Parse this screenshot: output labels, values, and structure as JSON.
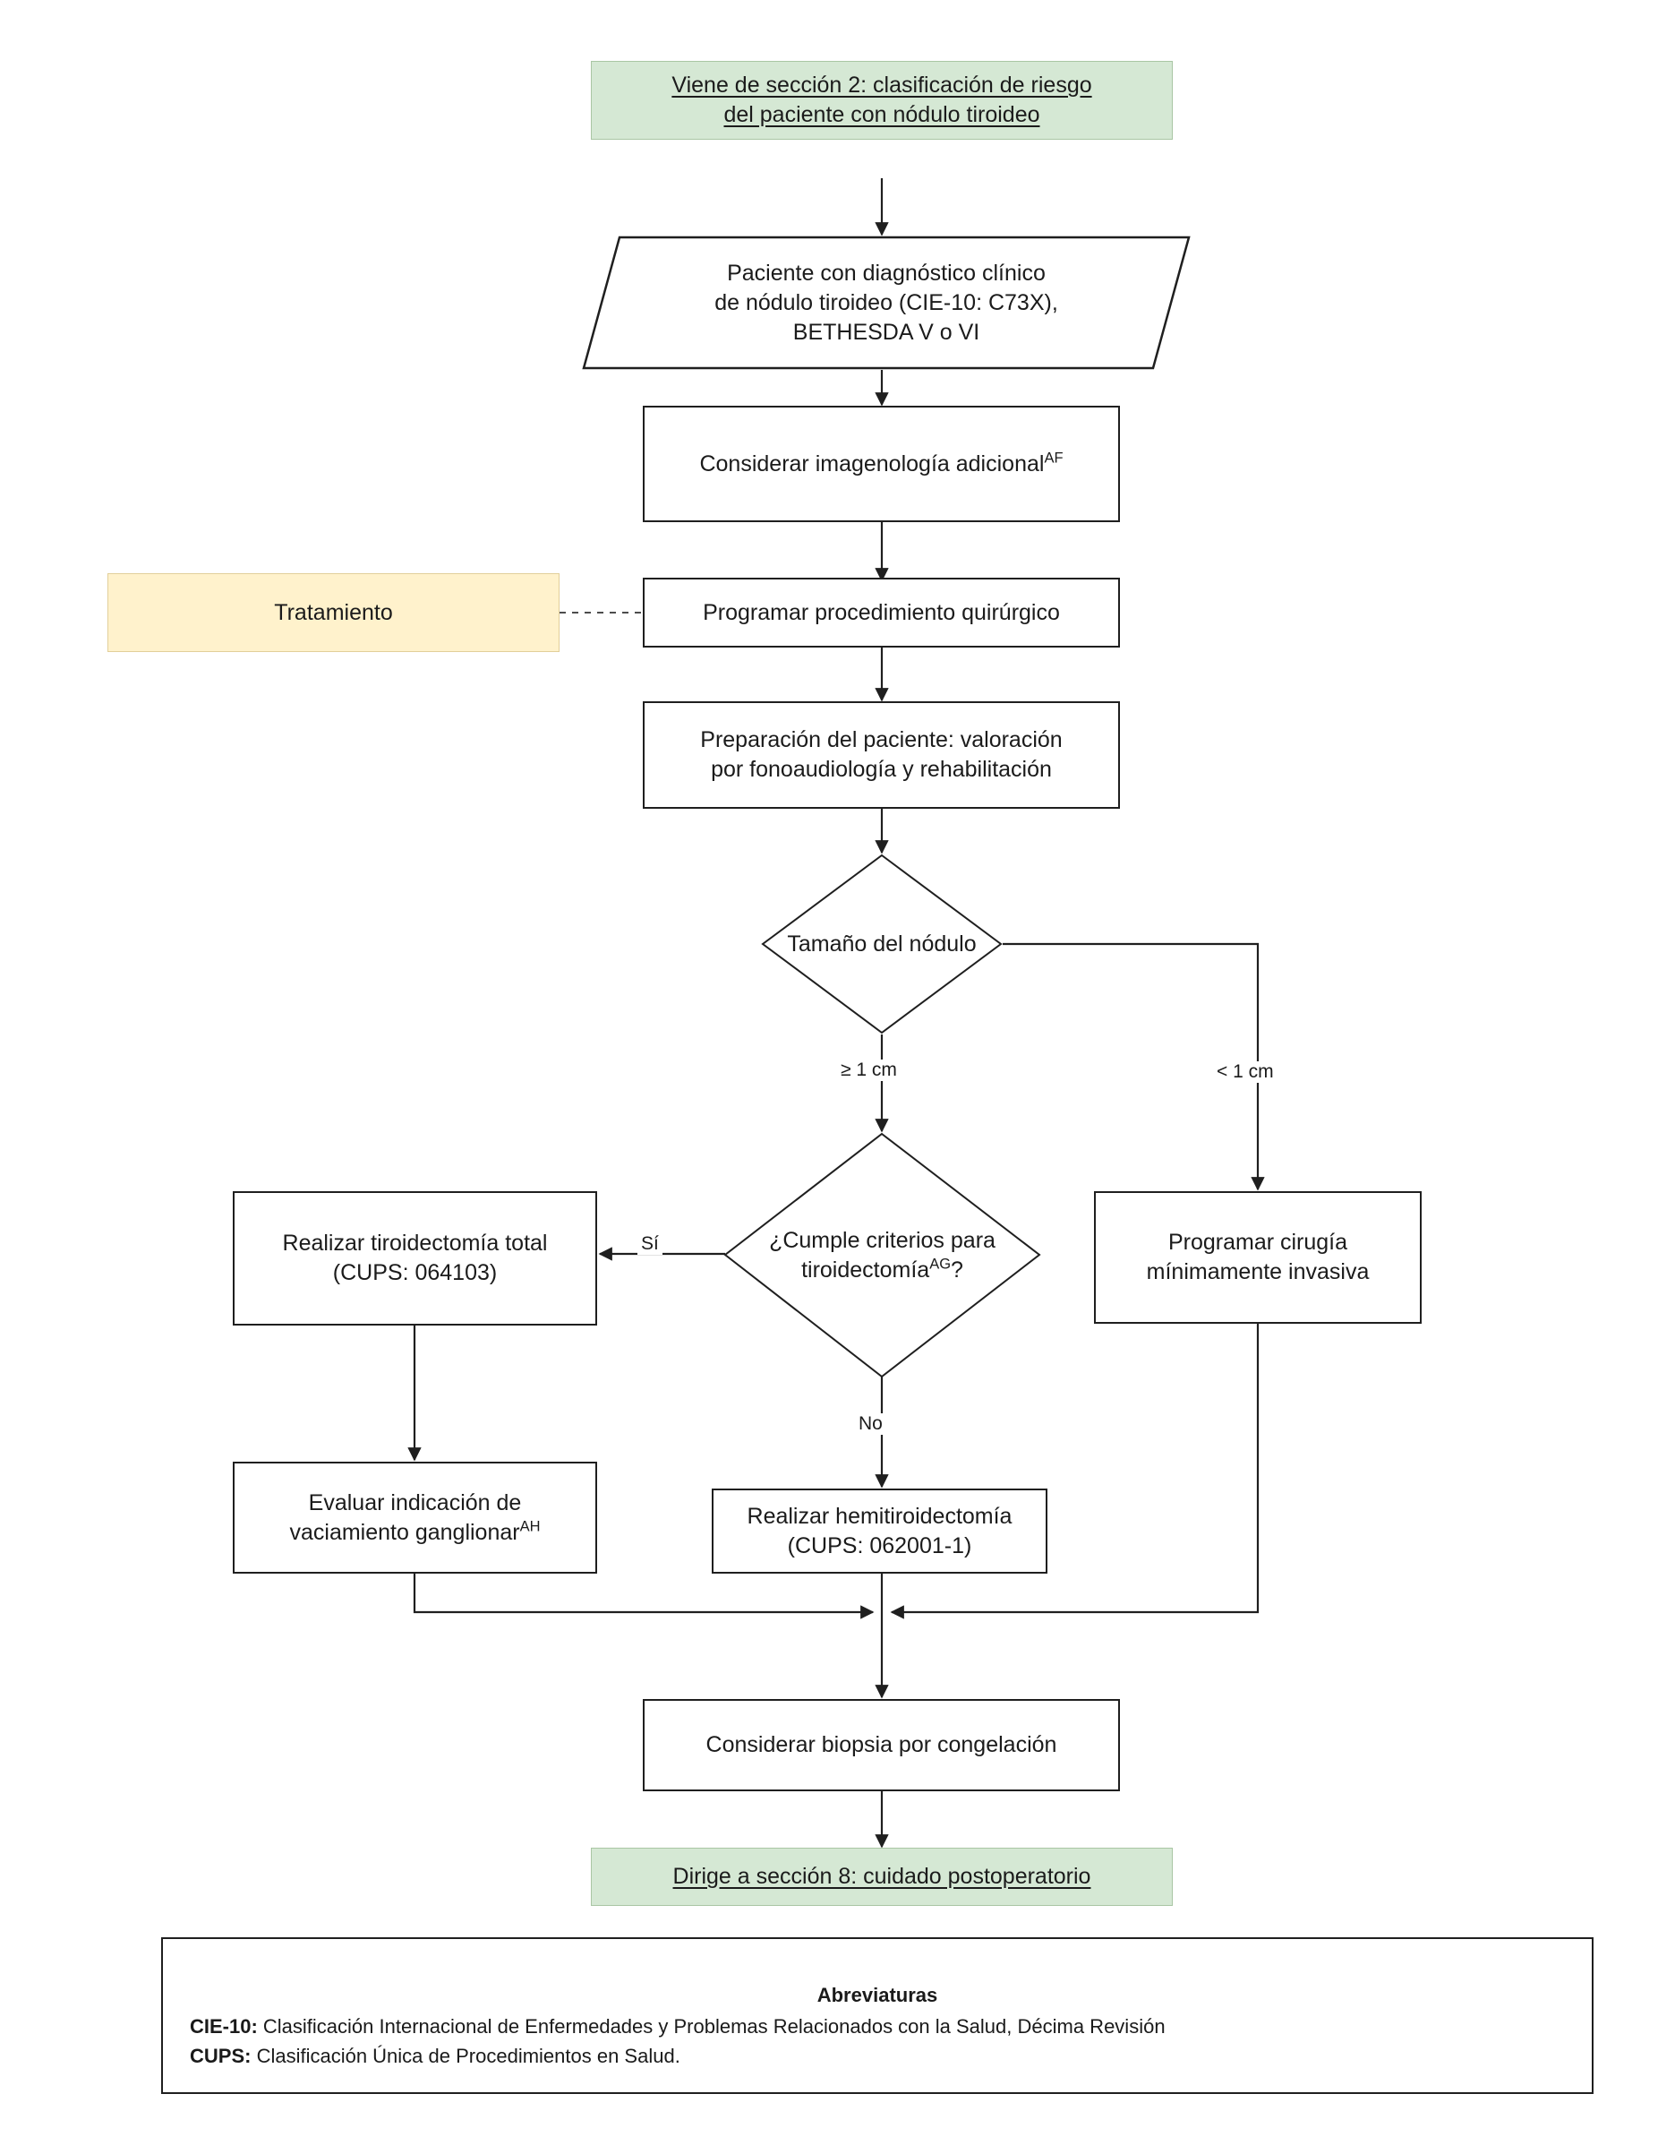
{
  "diagram": {
    "title_nodes": {
      "entry": "Viene de sección 2: clasificación de riesgo del paciente con nódulo tiroideo",
      "exit": "Dirige a sección 8: cuidado postoperatorio"
    },
    "phase_label": "Tratamiento",
    "nodes": {
      "entry_line1": "Viene de sección 2: clasificación de riesgo",
      "entry_line2": "del paciente con nódulo tiroideo",
      "input_line1": "Paciente con diagnóstico clínico",
      "input_line2": "de nódulo tiroideo (CIE-10: C73X),",
      "input_line3": "BETHESDA V o VI",
      "imaging": "Considerar imagenología adicional",
      "imaging_sup": "AF",
      "schedule_surgery": "Programar procedimiento quirúrgico",
      "prep_line1": "Preparación del paciente: valoración",
      "prep_line2": "por fonoaudiología y rehabilitación",
      "decision_size": "Tamaño del nódulo",
      "decision_criteria_line1": "¿Cumple criterios para",
      "decision_criteria_line2": "tiroidectomía",
      "decision_criteria_sup": "AG",
      "decision_criteria_end": "?",
      "total_thyroidectomy_line1": "Realizar tiroidectomía total",
      "total_thyroidectomy_line2": "(CUPS: 064103)",
      "minimally_invasive_line1": "Programar cirugía",
      "minimally_invasive_line2": "mínimamente invasiva",
      "lymph_node_line1": "Evaluar indicación de",
      "lymph_node_line2": "vaciamiento ganglionar",
      "lymph_node_sup": "AH",
      "hemithyroidectomy_line1": "Realizar hemitiroidectomía",
      "hemithyroidectomy_line2": "(CUPS: 062001-1)",
      "frozen_biopsy": "Considerar biopsia por congelación",
      "exit_node": "Dirige a sección 8: cuidado postoperatorio"
    },
    "edge_labels": {
      "size_ge": "≥ 1 cm",
      "size_lt": "< 1 cm",
      "yes": "Sí",
      "no": "No"
    },
    "legend": {
      "title": "Abreviaturas",
      "cie_key": "CIE-10:",
      "cie_value": " Clasificación Internacional de Enfermedades y Problemas Relacionados con la Salud, Décima Revisión",
      "cups_key": "CUPS:",
      "cups_value": " Clasificación Única de Procedimientos en Salud."
    },
    "colors": {
      "terminal_fill": "#d5e8d4",
      "terminal_stroke": "#a9c6a4",
      "phase_fill": "#fff2cc",
      "phase_stroke": "#e2cf9a",
      "node_stroke": "#1f1f1f",
      "edge_stroke": "#1f1f1f",
      "background": "#ffffff"
    }
  }
}
